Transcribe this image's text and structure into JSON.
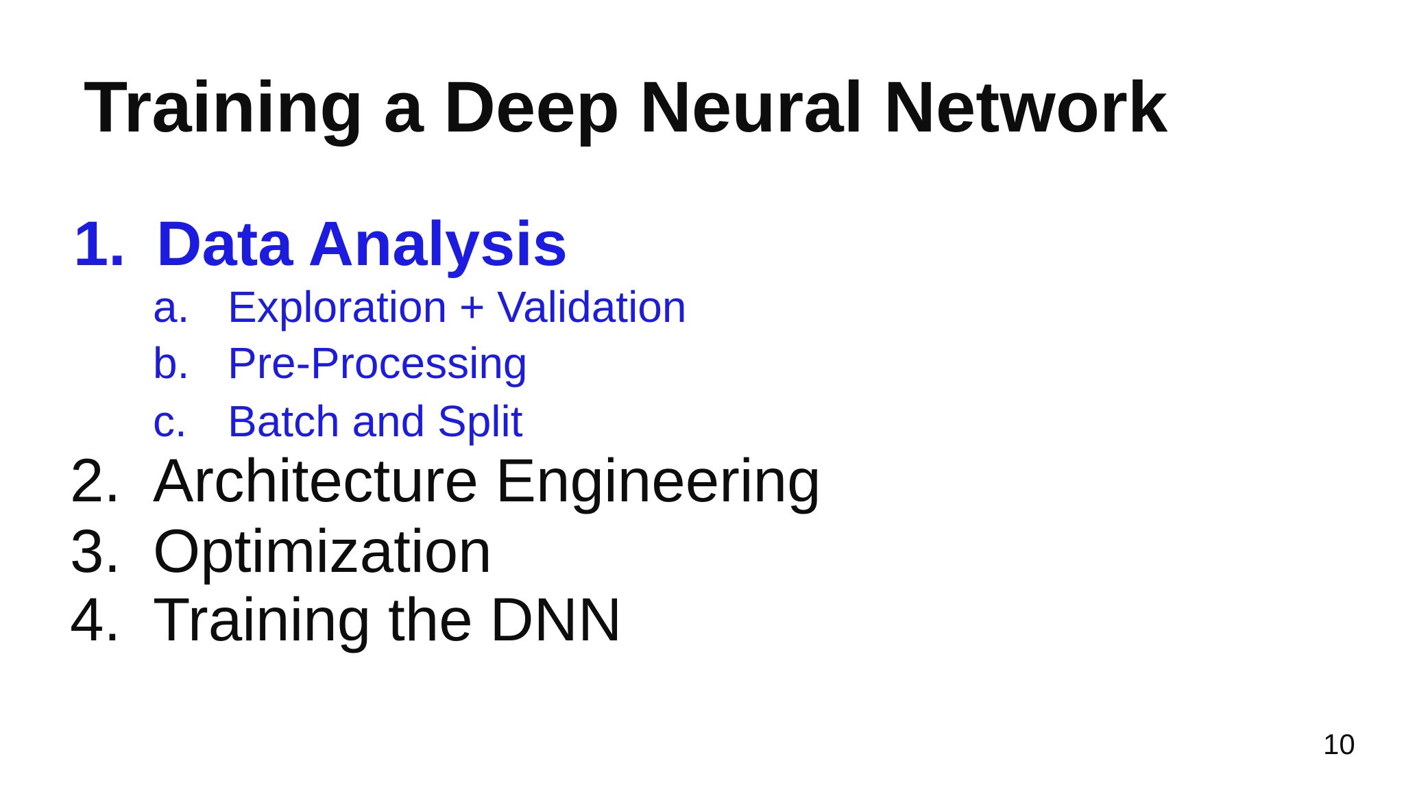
{
  "slide": {
    "title": "Training a Deep Neural Network",
    "page_number": "10",
    "colors": {
      "highlight_blue": "#1c1ce0",
      "text_black": "#0d0d0d",
      "background": "#ffffff"
    },
    "items": [
      {
        "number": "1.",
        "label": "Data Analysis",
        "highlighted": true,
        "subitems": [
          {
            "letter": "a.",
            "label": "Exploration + Validation"
          },
          {
            "letter": "b.",
            "label": "Pre-Processing"
          },
          {
            "letter": "c.",
            "label": "Batch and Split"
          }
        ]
      },
      {
        "number": "2.",
        "label": "Architecture Engineering",
        "highlighted": false,
        "subitems": []
      },
      {
        "number": "3.",
        "label": "Optimization",
        "highlighted": false,
        "subitems": []
      },
      {
        "number": "4.",
        "label": "Training the DNN",
        "highlighted": false,
        "subitems": []
      }
    ]
  }
}
